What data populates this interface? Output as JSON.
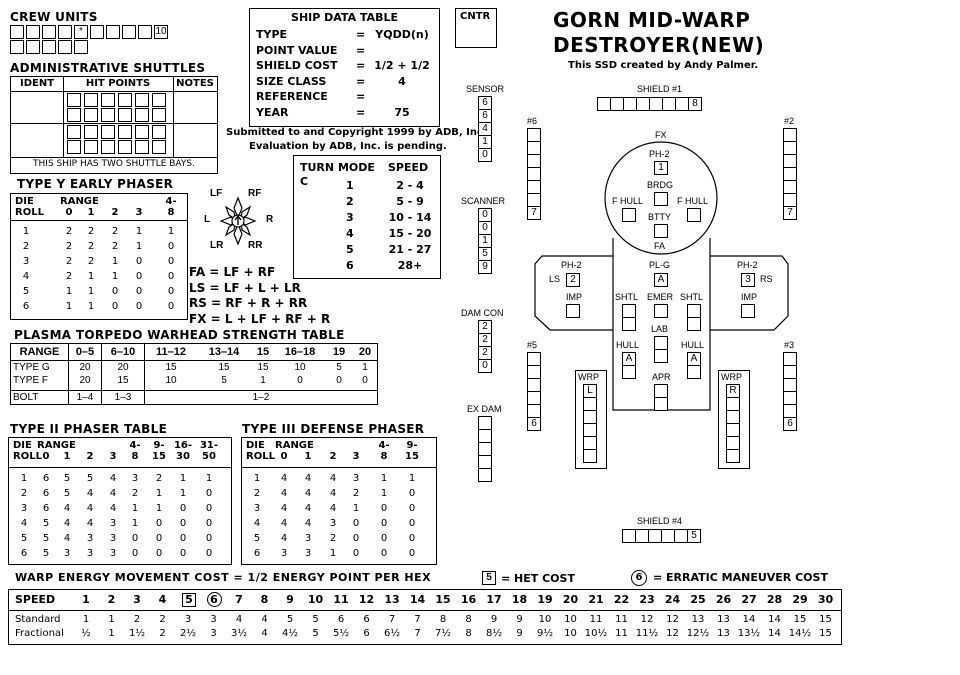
{
  "ship": {
    "title1": "GORN MID-WARP",
    "title2": "DESTROYER(NEW)",
    "credit": "This SSD created by Andy Palmer.",
    "cntr": "CNTR"
  },
  "crew": {
    "label": "CREW UNITS",
    "mark": "*",
    "last": "10"
  },
  "shuttles": {
    "label": "ADMINISTRATIVE SHUTTLES",
    "headers": [
      "IDENT",
      "HIT POINTS",
      "NOTES"
    ],
    "note": "THIS SHIP HAS TWO SHUTTLE BAYS."
  },
  "ship_data": {
    "title": "SHIP DATA TABLE",
    "rows": [
      {
        "k": "TYPE",
        "v": "YQDD(n)"
      },
      {
        "k": "POINT VALUE",
        "v": ""
      },
      {
        "k": "SHIELD COST",
        "v": "1/2 + 1/2"
      },
      {
        "k": "SIZE CLASS",
        "v": "4"
      },
      {
        "k": "REFERENCE",
        "v": ""
      },
      {
        "k": "YEAR",
        "v": "75"
      }
    ],
    "eq": "=",
    "copyright1": "Submitted to and Copyright 1999 by ADB, Inc.",
    "copyright2": "Evaluation by ADB, Inc. is pending."
  },
  "turn_mode": {
    "h1": "TURN MODE",
    "h2": "SPEED",
    "mode": "C",
    "rows": [
      [
        "1",
        "2 - 4"
      ],
      [
        "2",
        "5 - 9"
      ],
      [
        "3",
        "10 - 14"
      ],
      [
        "4",
        "15 - 20"
      ],
      [
        "5",
        "21 - 27"
      ],
      [
        "6",
        "28+"
      ]
    ]
  },
  "phaser_y": {
    "title": "TYPE Y EARLY PHASER",
    "h_die": "DIE",
    "h_roll": "ROLL",
    "h_range": "RANGE",
    "ranges": [
      "0",
      "1",
      "2",
      "3",
      "4-\n8"
    ],
    "rows": [
      [
        "1",
        "2",
        "2",
        "2",
        "1",
        "1"
      ],
      [
        "2",
        "2",
        "2",
        "2",
        "1",
        "0"
      ],
      [
        "3",
        "2",
        "2",
        "1",
        "0",
        "0"
      ],
      [
        "4",
        "2",
        "1",
        "1",
        "0",
        "0"
      ],
      [
        "5",
        "1",
        "1",
        "0",
        "0",
        "0"
      ],
      [
        "6",
        "1",
        "1",
        "0",
        "0",
        "0"
      ]
    ]
  },
  "arcs": {
    "labels": [
      "LF",
      "RF",
      "L",
      "R",
      "LR",
      "RR"
    ],
    "formulas": [
      "FA = LF + RF",
      "LS = LF + L + LR",
      "RS = RF + R + RR",
      "FX = L + LF + RF + R"
    ]
  },
  "plasma": {
    "title": "PLASMA TORPEDO WARHEAD STRENGTH TABLE",
    "headers": [
      "RANGE",
      "0–5",
      "6–10",
      "11–12",
      "13–14",
      "15",
      "16–18",
      "19",
      "20"
    ],
    "rows": [
      [
        "TYPE G",
        "20",
        "20",
        "15",
        "15",
        "15",
        "10",
        "5",
        "1"
      ],
      [
        "TYPE F",
        "20",
        "15",
        "10",
        "5",
        "1",
        "0",
        "0",
        "0"
      ]
    ],
    "bolt": [
      "BOLT",
      "1–4",
      "1–3",
      "1–2"
    ]
  },
  "phaser2": {
    "title": "TYPE II PHASER TABLE",
    "h_die": "DIE",
    "h_roll": "ROLL",
    "h_range": "RANGE",
    "ranges": [
      "0",
      "1",
      "2",
      "3",
      "4-\n8",
      "9-\n15",
      "16-\n30",
      "31-\n50"
    ],
    "rows": [
      [
        "1",
        "6",
        "5",
        "5",
        "4",
        "3",
        "2",
        "1",
        "1"
      ],
      [
        "2",
        "6",
        "5",
        "4",
        "4",
        "2",
        "1",
        "1",
        "0"
      ],
      [
        "3",
        "6",
        "4",
        "4",
        "4",
        "1",
        "1",
        "0",
        "0"
      ],
      [
        "4",
        "5",
        "4",
        "4",
        "3",
        "1",
        "0",
        "0",
        "0"
      ],
      [
        "5",
        "5",
        "4",
        "3",
        "3",
        "0",
        "0",
        "0",
        "0"
      ],
      [
        "6",
        "5",
        "3",
        "3",
        "3",
        "0",
        "0",
        "0",
        "0"
      ]
    ]
  },
  "phaser3": {
    "title": "TYPE III DEFENSE PHASER",
    "h_die": "DIE",
    "h_roll": "ROLL",
    "h_range": "RANGE",
    "ranges": [
      "0",
      "1",
      "2",
      "3",
      "4-\n8",
      "9-\n15"
    ],
    "rows": [
      [
        "1",
        "4",
        "4",
        "4",
        "3",
        "1",
        "1"
      ],
      [
        "2",
        "4",
        "4",
        "4",
        "2",
        "1",
        "0"
      ],
      [
        "3",
        "4",
        "4",
        "4",
        "1",
        "0",
        "0"
      ],
      [
        "4",
        "4",
        "4",
        "3",
        "0",
        "0",
        "0"
      ],
      [
        "5",
        "4",
        "3",
        "2",
        "0",
        "0",
        "0"
      ],
      [
        "6",
        "3",
        "3",
        "1",
        "0",
        "0",
        "0"
      ]
    ]
  },
  "ssd": {
    "sensor": "SENSOR",
    "sensor_vals": [
      "6",
      "6",
      "4",
      "1",
      "0"
    ],
    "scanner": "SCANNER",
    "scanner_vals": [
      "0",
      "0",
      "1",
      "5",
      "9"
    ],
    "damcon": "DAM CON",
    "damcon_vals": [
      "2",
      "2",
      "2",
      "0"
    ],
    "exdam": "EX DAM",
    "shield1": "SHIELD #1",
    "shield1_val": "8",
    "shield2": "#2",
    "shield2_val": "7",
    "shield3": "#3",
    "shield3_val": "6",
    "shield4": "SHIELD #4",
    "shield4_val": "5",
    "shield5": "#5",
    "shield5_val": "6",
    "shield6": "#6",
    "shield6_val": "7",
    "fx": "FX",
    "fa": "FA",
    "ph2": "PH-2",
    "ph2_num": "1",
    "ph2_ls": "2",
    "ph2_rs": "3",
    "brdg": "BRDG",
    "fhull": "F HULL",
    "btty": "BTTY",
    "ls": "LS",
    "rs": "RS",
    "imp": "IMP",
    "plg": "PL-G",
    "plg_val": "A",
    "shtl": "SHTL",
    "emer": "EMER",
    "lab": "LAB",
    "hull": "HULL",
    "hull_val": "A",
    "apr": "APR",
    "wrp": "WRP",
    "wrp_l": "L",
    "wrp_r": "R"
  },
  "warp": {
    "line": "WARP ENERGY MOVEMENT COST = 1/2 ENERGY POINT PER HEX",
    "het_num": "5",
    "het": "= HET COST",
    "em_num": "6",
    "em": "= ERRATIC MANEUVER COST",
    "speed_label": "SPEED",
    "speeds": [
      "1",
      "2",
      "3",
      "4",
      "5",
      "6",
      "7",
      "8",
      "9",
      "10",
      "11",
      "12",
      "13",
      "14",
      "15",
      "16",
      "17",
      "18",
      "19",
      "20",
      "21",
      "22",
      "23",
      "24",
      "25",
      "26",
      "27",
      "28",
      "29",
      "30"
    ],
    "standard_label": "Standard",
    "standard": [
      "1",
      "1",
      "2",
      "2",
      "3",
      "3",
      "4",
      "4",
      "5",
      "5",
      "6",
      "6",
      "7",
      "7",
      "8",
      "8",
      "9",
      "9",
      "10",
      "10",
      "11",
      "11",
      "12",
      "12",
      "13",
      "13",
      "14",
      "14",
      "15",
      "15"
    ],
    "fractional_label": "Fractional",
    "fractional": [
      "½",
      "1",
      "1½",
      "2",
      "2½",
      "3",
      "3½",
      "4",
      "4½",
      "5",
      "5½",
      "6",
      "6½",
      "7",
      "7½",
      "8",
      "8½",
      "9",
      "9½",
      "10",
      "10½",
      "11",
      "11½",
      "12",
      "12½",
      "13",
      "13½",
      "14",
      "14½",
      "15"
    ]
  }
}
